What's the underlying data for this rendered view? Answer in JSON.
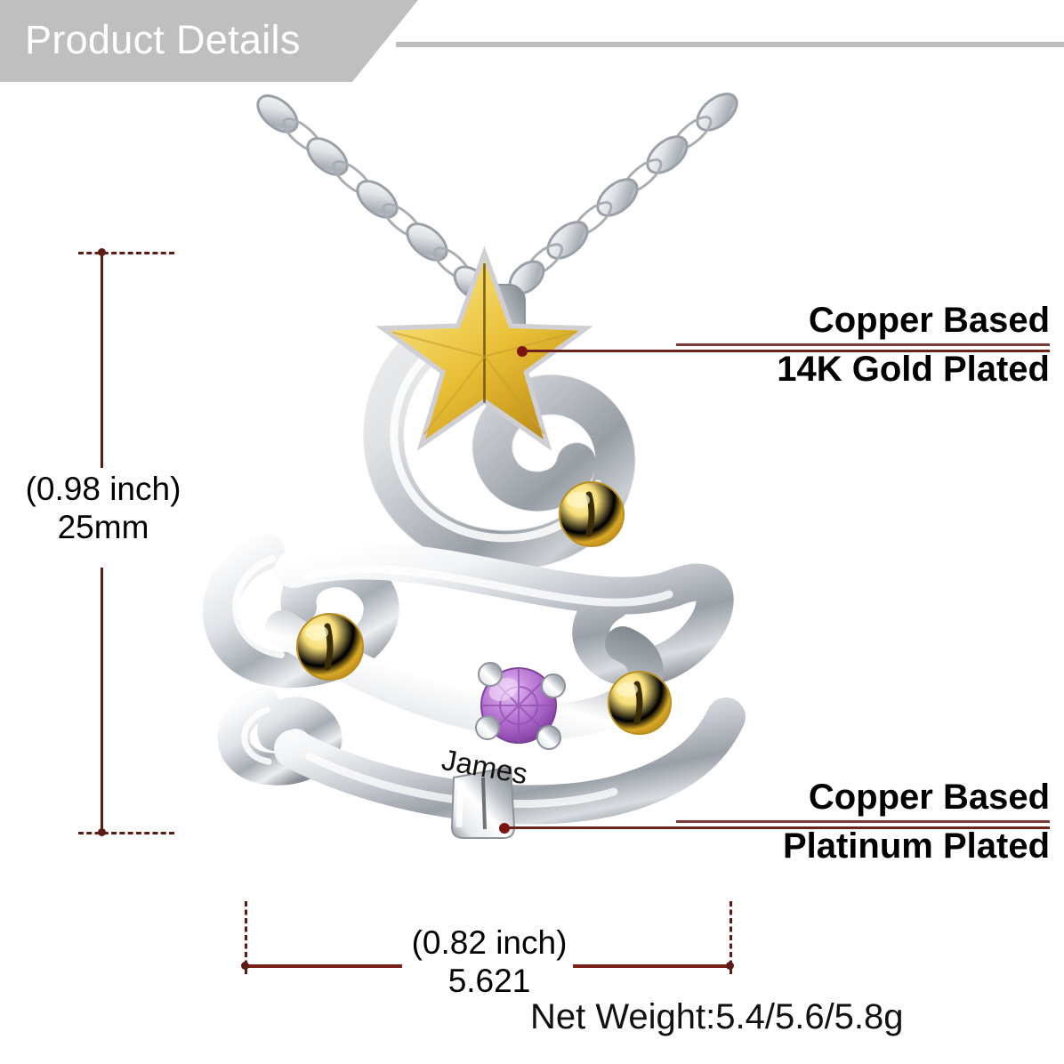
{
  "header": {
    "title": "Product Details"
  },
  "callouts": [
    {
      "id": "gold",
      "line1": "Copper Based",
      "line2": "14K Gold Plated",
      "rule_color": "#7d3a36",
      "leader_color": "#6e221c",
      "points_to": "gold-star"
    },
    {
      "id": "platinum",
      "line1": "Copper Based",
      "line2": "Platinum Plated",
      "rule_color": "#7d3a36",
      "leader_color": "#6e221c",
      "points_to": "tree-trunk"
    }
  ],
  "dimensions": {
    "vertical": {
      "inch": "(0.98 inch)",
      "metric": "25mm",
      "line_color": "#5c1c14"
    },
    "horizontal": {
      "inch": "(0.82 inch)",
      "metric": "5.621",
      "line_color": "#7a211a"
    }
  },
  "net_weight": {
    "text": "Net Weight:5.4/5.6/5.8g"
  },
  "product": {
    "engraved_name": "James",
    "shape": "christmas-tree-pendant",
    "chain": "cable-chain",
    "metal_colors": {
      "silver_light": "#fdfdfd",
      "silver_mid": "#cfd2d6",
      "silver_dark": "#8b9096",
      "silver_shadow": "#5b6066",
      "gold_light": "#f7e08a",
      "gold_mid": "#e8c councils",
      "gold_deep": "#c49418"
    },
    "gemstone": {
      "name": "amethyst-cz",
      "color": "#b478cf",
      "cut": "round-brilliant",
      "prongs": 4
    },
    "ornaments": [
      {
        "name": "gold-bell-right-upper"
      },
      {
        "name": "gold-bell-left"
      },
      {
        "name": "gold-bell-right-lower"
      }
    ]
  },
  "colors": {
    "banner_gray": "#bfbfbf",
    "banner_text": "#ffffff",
    "dim_maroon": "#5c1c14",
    "label_black": "#000000"
  }
}
